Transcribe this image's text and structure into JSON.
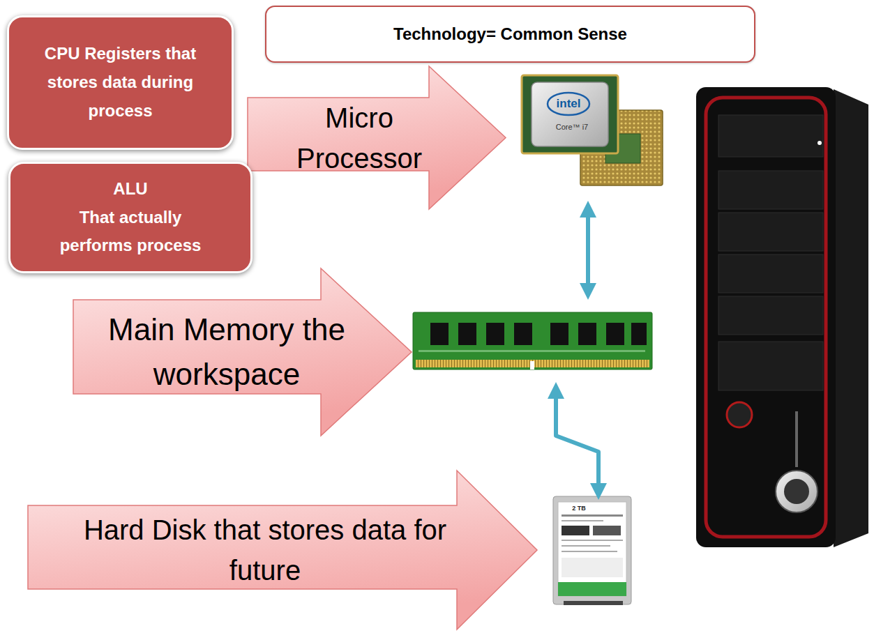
{
  "diagram": {
    "title": "Technology= Common Sense",
    "nodes": [
      {
        "text": [
          "CPU Registers that stores data during process"
        ]
      },
      {
        "text": [
          "ALU",
          "That actually performs process"
        ]
      },
      {
        "text": [
          "Micro Processor"
        ]
      },
      {
        "text": [
          "Main Memory the workspace"
        ]
      },
      {
        "text": [
          "Hard Disk that stores data for future"
        ]
      }
    ],
    "labels": [
      "intel",
      "Core™ i7",
      "2 TB"
    ]
  }
}
